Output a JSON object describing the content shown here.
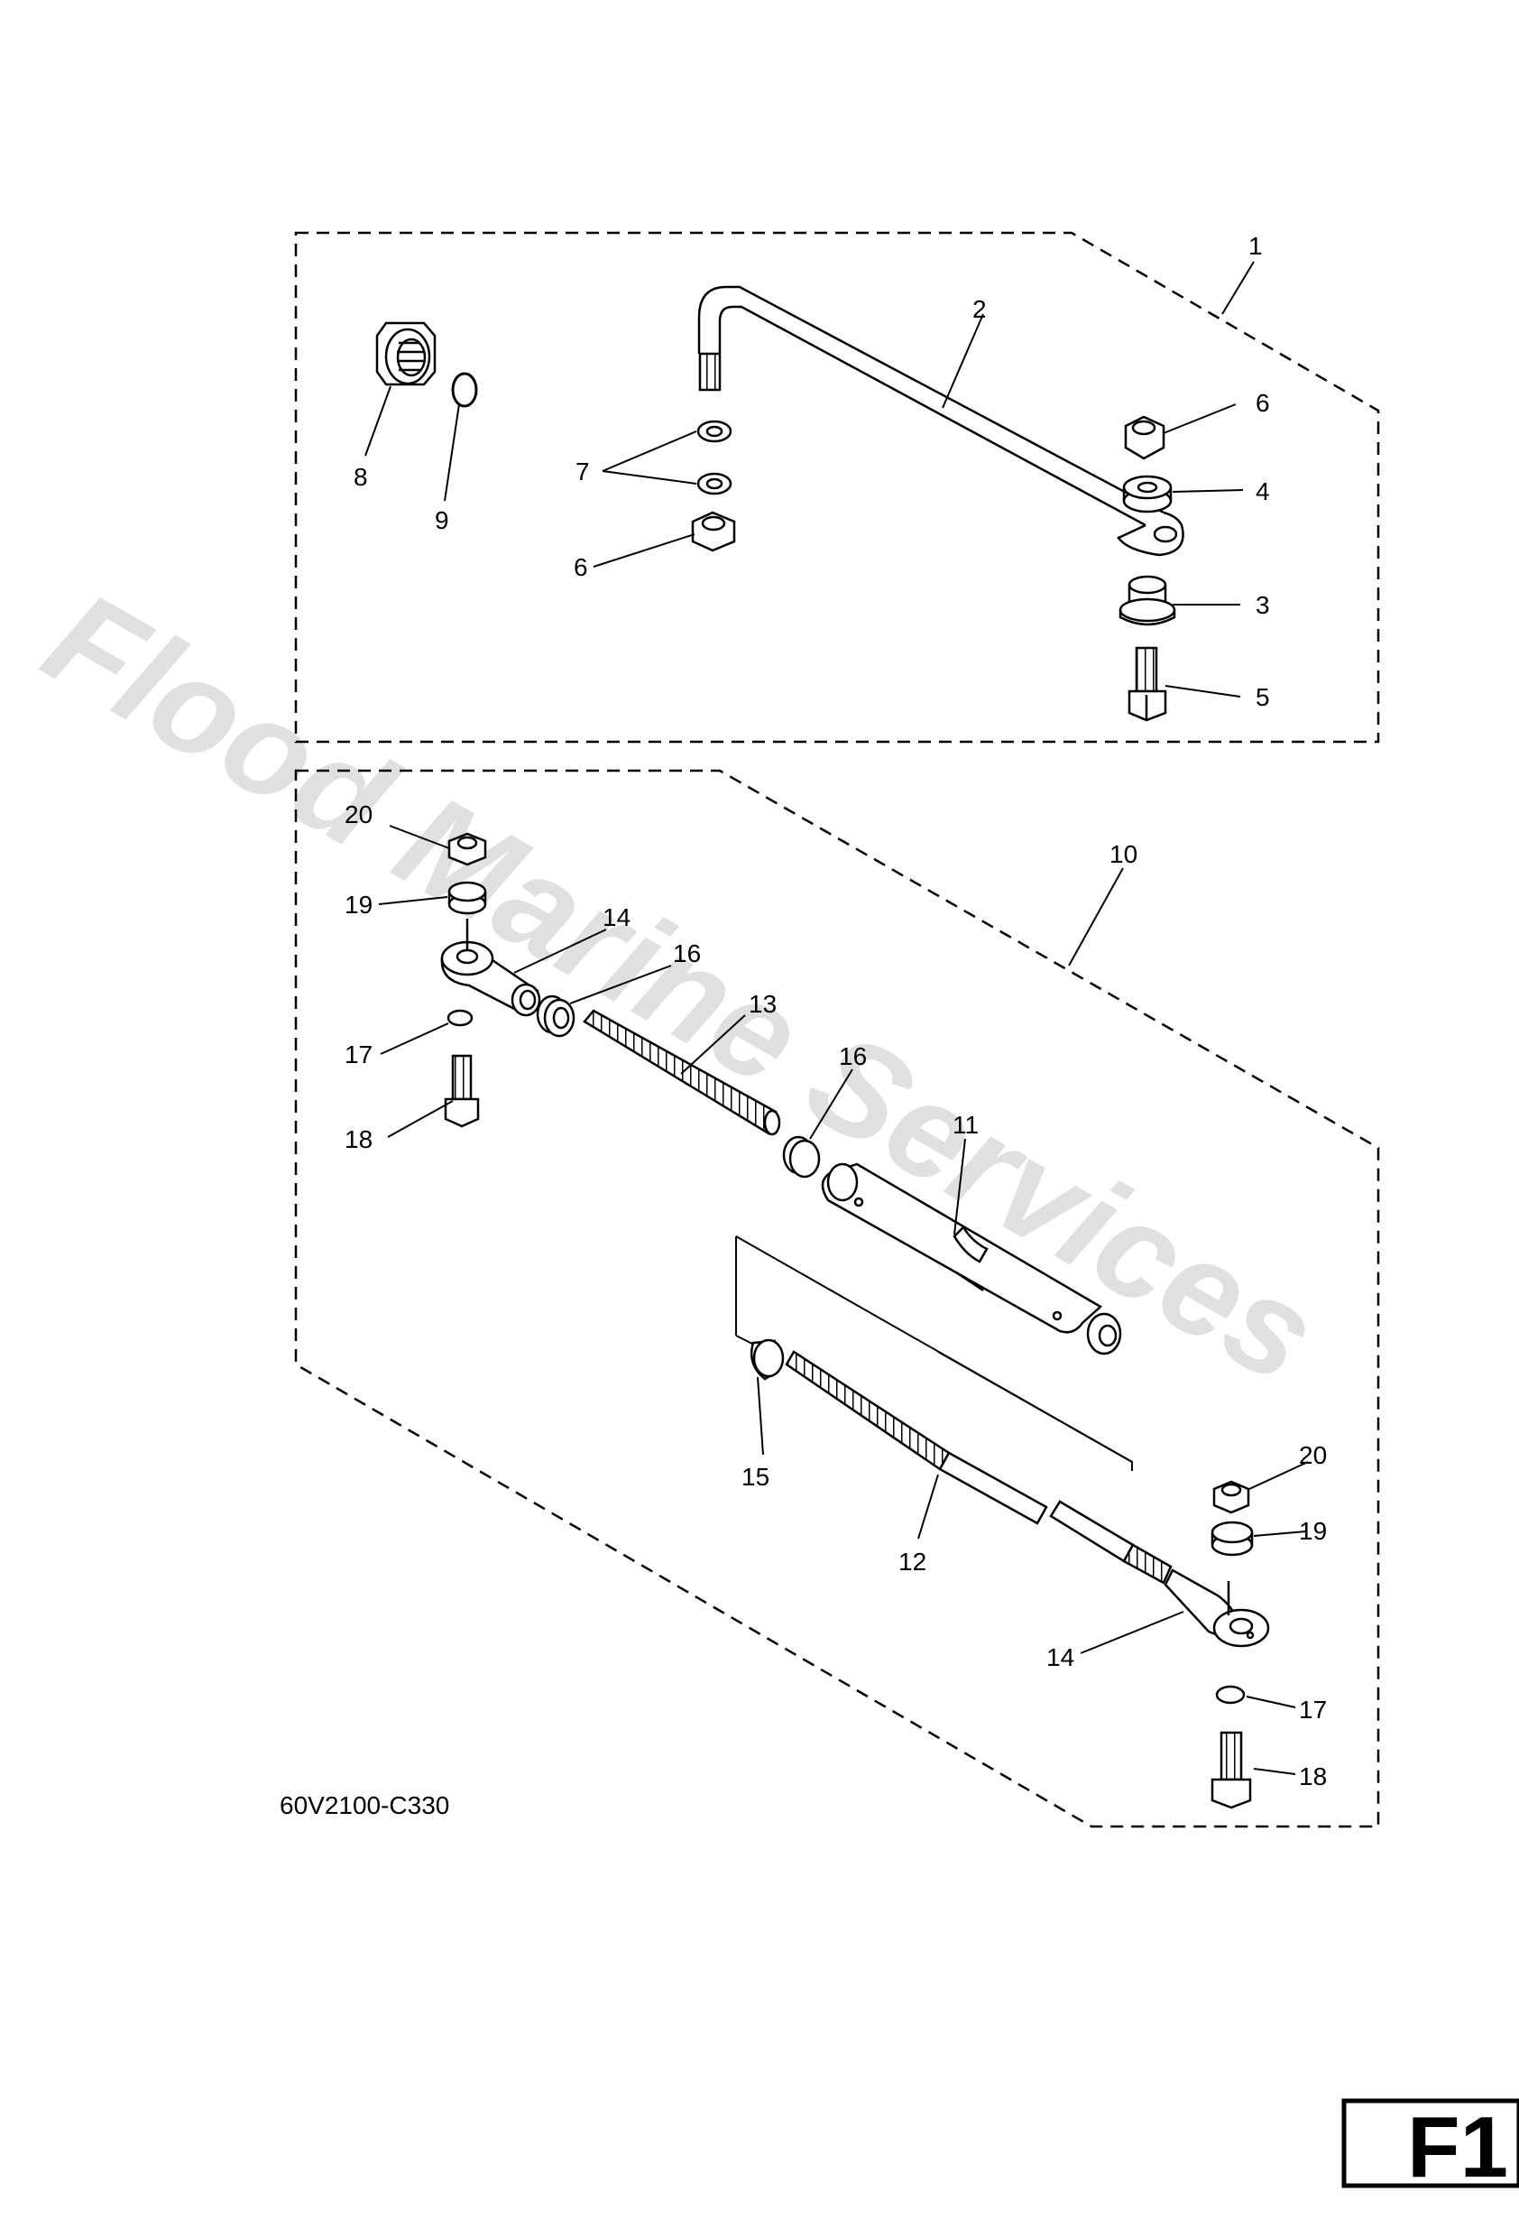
{
  "diagram": {
    "drawing_code": "60V2100-C330",
    "page_label": "F1",
    "watermark": "Flood Marine Services",
    "callouts": {
      "c1": "1",
      "c2": "2",
      "c3": "3",
      "c4": "4",
      "c5": "5",
      "c6a": "6",
      "c6b": "6",
      "c7": "7",
      "c8": "8",
      "c9": "9",
      "c10": "10",
      "c11": "11",
      "c12": "12",
      "c13": "13",
      "c14a": "14",
      "c14b": "14",
      "c15": "15",
      "c16a": "16",
      "c16b": "16",
      "c17a": "17",
      "c17b": "17",
      "c18a": "18",
      "c18b": "18",
      "c19a": "19",
      "c19b": "19",
      "c20a": "20",
      "c20b": "20"
    }
  }
}
